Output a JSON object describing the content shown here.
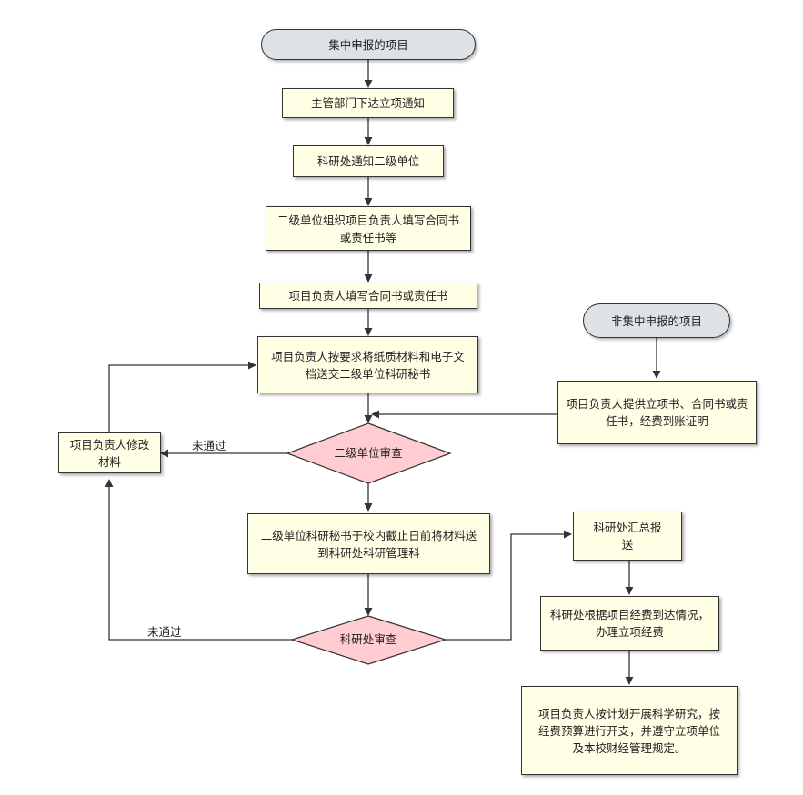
{
  "nodes": {
    "start_centralized": "集中申报的项目",
    "dept_notice": "主管部门下达立项通知",
    "research_notify": "科研处通知二级单位",
    "secondary_organize": "二级单位组织项目负责人填写合同书或责任书等",
    "leader_fill": "项目负责人填写合同书或责任书",
    "leader_submit": "项目负责人按要求将纸质材料和电子文档送交二级单位科研秘书",
    "start_noncentral": "非集中申报的项目",
    "leader_provide": "项目负责人提供立项书、合同书或责任书，经费到账证明",
    "leader_revise": "项目负责人修改材料",
    "secretary_send": "二级单位科研秘书于校内截止日前将材料送到科研处科研管理科",
    "research_summary": "科研处汇总报送",
    "research_handle": "科研处根据项目经费到达情况，办理立项经费",
    "leader_execute": "项目负责人按计划开展科学研究，按经费预算进行开支，并遵守立项单位及本校财经管理规定。"
  },
  "decisions": {
    "secondary_review": "二级单位审查",
    "research_review": "科研处审查"
  },
  "edge_labels": {
    "fail_1": "未通过",
    "fail_2": "未通过"
  },
  "colors": {
    "box_fill": "#ffffe6",
    "pill_fill": "#dde2e6",
    "diamond_fill": "#ffccd1",
    "line": "#333333"
  }
}
